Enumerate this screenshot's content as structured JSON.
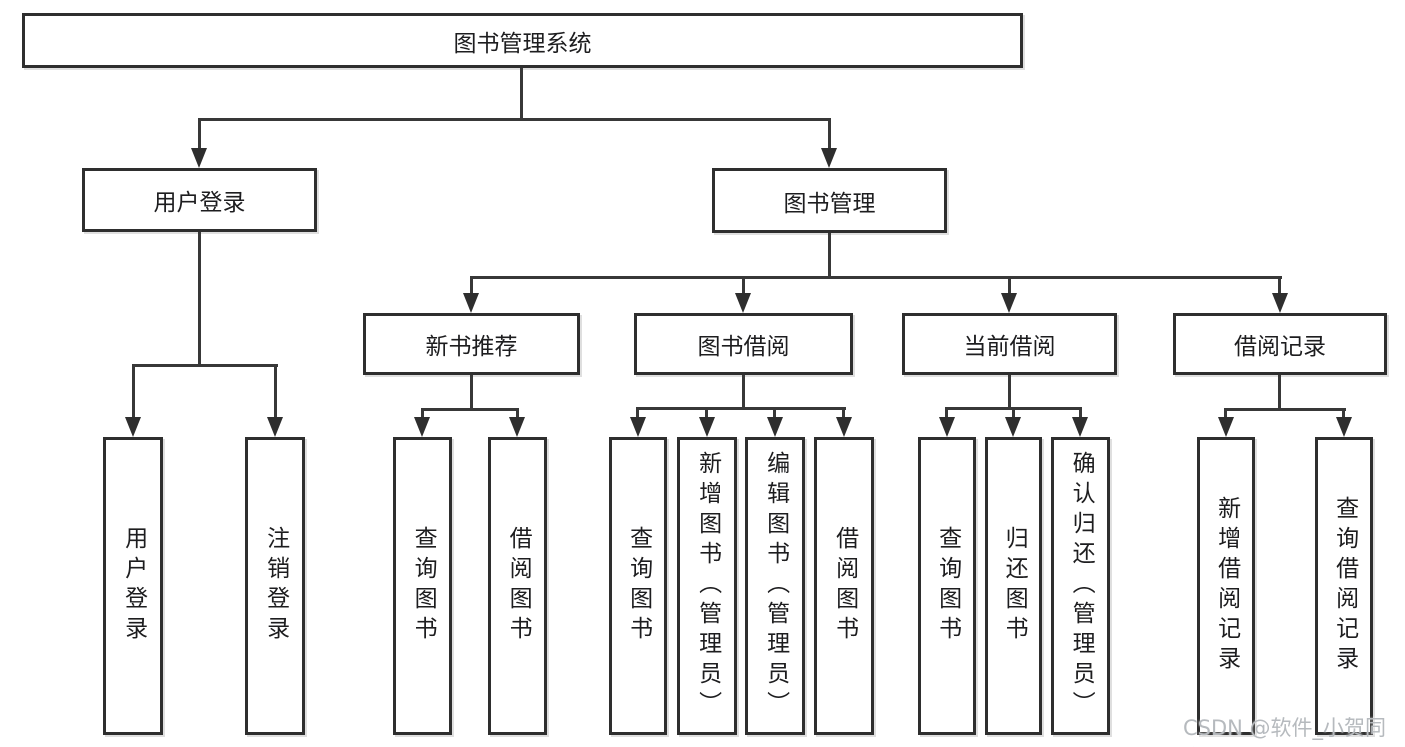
{
  "tree": {
    "label": "图书管理系统",
    "children": [
      {
        "label": "用户登录",
        "children": [
          {
            "label": "用户登录"
          },
          {
            "label": "注销登录"
          }
        ]
      },
      {
        "label": "图书管理",
        "children": [
          {
            "label": "新书推荐",
            "children": [
              {
                "label": "查询图书"
              },
              {
                "label": "借阅图书"
              }
            ]
          },
          {
            "label": "图书借阅",
            "children": [
              {
                "label": "查询图书"
              },
              {
                "label": "新增图书（管理员）"
              },
              {
                "label": "编辑图书（管理员）"
              },
              {
                "label": "借阅图书"
              }
            ]
          },
          {
            "label": "当前借阅",
            "children": [
              {
                "label": "查询图书"
              },
              {
                "label": "归还图书"
              },
              {
                "label": "确认归还（管理员）"
              }
            ]
          },
          {
            "label": "借阅记录",
            "children": [
              {
                "label": "新增借阅记录"
              },
              {
                "label": "查询借阅记录"
              }
            ]
          }
        ]
      }
    ]
  },
  "watermark": "CSDN @软件_小贺同学",
  "colors": {
    "background": "#ffffff",
    "box_border": "#2e2e2e",
    "line": "#383838",
    "text": "#1d1d1f",
    "watermark": "#b6babe"
  }
}
